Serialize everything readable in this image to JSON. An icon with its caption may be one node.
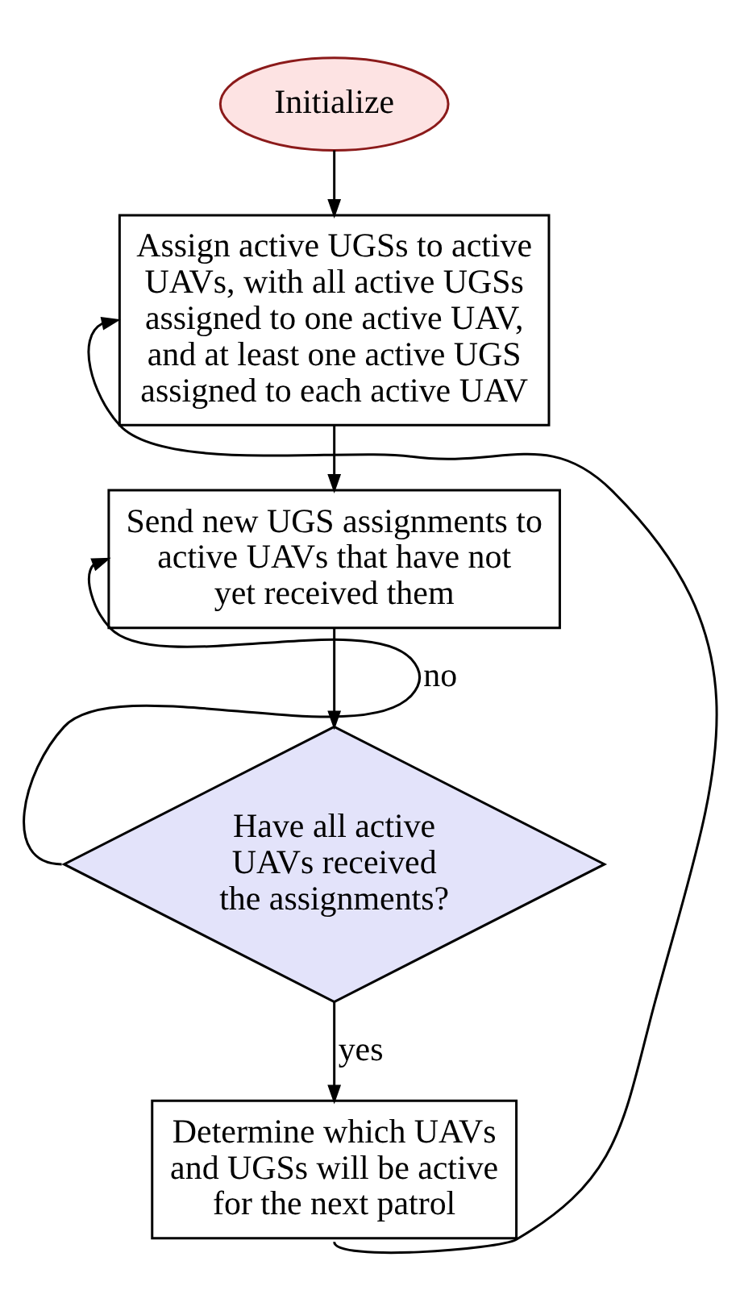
{
  "diagram": {
    "nodes": [
      {
        "text": [
          "Initialize"
        ]
      },
      {
        "text": [
          "Assign active UGSs to active UAVs, with all active UGSs assigned to one active UAV, and at least one active UGS assigned to each active UAV"
        ]
      },
      {
        "text": [
          "Send new UGS assignments to active UAVs that have not yet received them"
        ]
      },
      {
        "text": [
          "Have all active UAVs received the assignments?"
        ]
      },
      {
        "text": [
          "Determine which UAVs and UGSs will be active for the next patrol"
        ]
      }
    ],
    "edges": [
      {
        "from": 0,
        "to": 1,
        "arrow": "to"
      },
      {
        "from": 1,
        "to": 2,
        "arrow": "to"
      },
      {
        "from": 2,
        "to": 3,
        "arrow": "to"
      },
      {
        "from": 3,
        "to": 2,
        "arrow": "to",
        "label": "no"
      },
      {
        "from": 3,
        "to": 4,
        "arrow": "to",
        "label": "yes"
      },
      {
        "from": 4,
        "to": 1,
        "arrow": "to"
      }
    ]
  }
}
